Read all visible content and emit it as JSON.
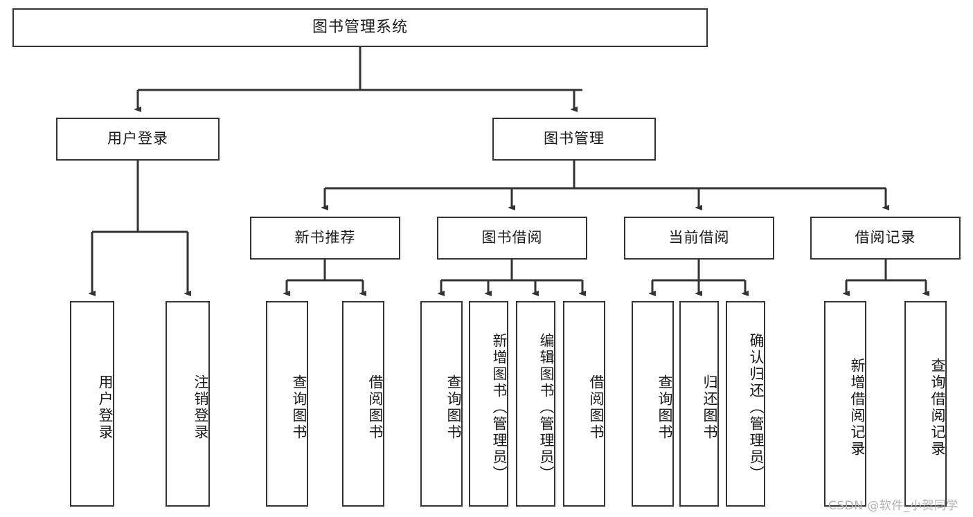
{
  "diagram": {
    "title": "图书管理系统",
    "type": "hierarchy-tree",
    "levels": 4,
    "root": {
      "id": "root",
      "label": "图书管理系统"
    },
    "level2": [
      {
        "id": "user-login",
        "label": "用户登录"
      },
      {
        "id": "book-manage",
        "label": "图书管理"
      }
    ],
    "level3": [
      {
        "id": "new-book-rec",
        "label": "新书推荐",
        "parent": "book-manage"
      },
      {
        "id": "book-borrow",
        "label": "图书借阅",
        "parent": "book-manage"
      },
      {
        "id": "current-borrow",
        "label": "当前借阅",
        "parent": "book-manage"
      },
      {
        "id": "borrow-record",
        "label": "借阅记录",
        "parent": "book-manage"
      }
    ],
    "leaves": [
      {
        "id": "leaf-user-login",
        "label": "用户登录",
        "parent": "user-login"
      },
      {
        "id": "leaf-logout",
        "label": "注销登录",
        "parent": "user-login"
      },
      {
        "id": "leaf-query-book-1",
        "label": "查询图书",
        "parent": "new-book-rec"
      },
      {
        "id": "leaf-borrow-book-1",
        "label": "借阅图书",
        "parent": "new-book-rec"
      },
      {
        "id": "leaf-query-book-2",
        "label": "查询图书",
        "parent": "book-borrow"
      },
      {
        "id": "leaf-add-book",
        "label": "新增图书（管理员）",
        "parent": "book-borrow"
      },
      {
        "id": "leaf-edit-book",
        "label": "编辑图书（管理员）",
        "parent": "book-borrow"
      },
      {
        "id": "leaf-borrow-book-2",
        "label": "借阅图书",
        "parent": "book-borrow"
      },
      {
        "id": "leaf-query-book-3",
        "label": "查询图书",
        "parent": "current-borrow"
      },
      {
        "id": "leaf-return-book",
        "label": "归还图书",
        "parent": "current-borrow"
      },
      {
        "id": "leaf-confirm-return",
        "label": "确认归还（管理员）",
        "parent": "current-borrow"
      },
      {
        "id": "leaf-add-record",
        "label": "新增借阅记录",
        "parent": "borrow-record"
      },
      {
        "id": "leaf-query-record",
        "label": "查询借阅记录",
        "parent": "borrow-record"
      }
    ]
  },
  "watermark": {
    "text": "CSDN @软件_小贺同学"
  },
  "colors": {
    "border": "#333333",
    "background": "#ffffff",
    "text": "#1a1a1a",
    "watermark": "#b3b3b3",
    "edge": "#333333"
  }
}
